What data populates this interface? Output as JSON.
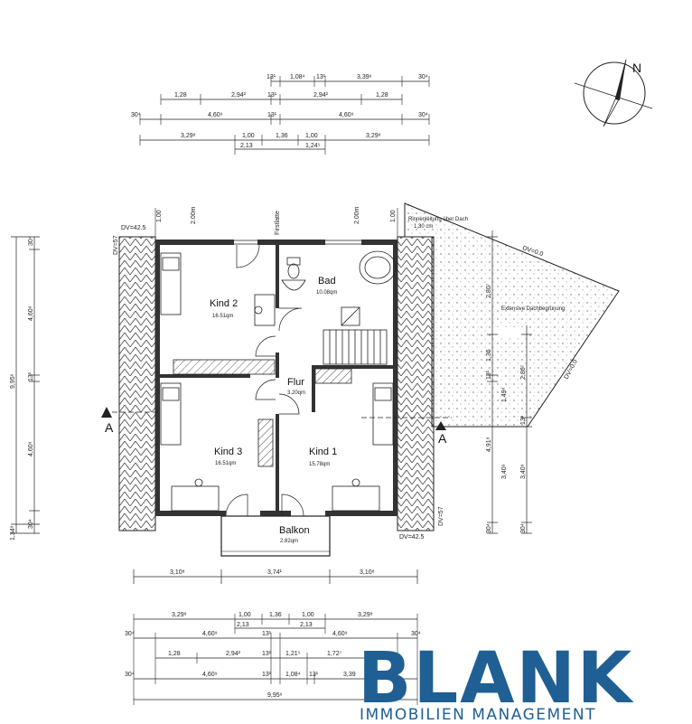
{
  "plan": {
    "rooms": {
      "kind2": {
        "name": "Kind 2",
        "area": "16.51qm"
      },
      "bad": {
        "name": "Bad",
        "area": "10.08qm"
      },
      "flur": {
        "name": "Flur",
        "area": "3.20qm"
      },
      "kind3": {
        "name": "Kind 3",
        "area": "16.51qm"
      },
      "kind1": {
        "name": "Kind 1",
        "area": "15.78qm"
      },
      "balkon": {
        "name": "Balkon",
        "area": "2.82qm"
      }
    },
    "labels": {
      "dv_top_left": "DV=42.5",
      "dv_left": "DV=57",
      "dv_right_bottom": "DV=57",
      "dv_bottom_right": "DV=42.5",
      "dv_roof_top": "DV=0.0",
      "dv_roof_side": "DV=0.0",
      "roof_green": "Extensive Dachbegrünung",
      "roof_note_1": "Rinnenleitung über Dach",
      "roof_note_2": "1,30 cm",
      "firstlatte": "Firstlatte",
      "section_a_left": "A",
      "section_a_right": "A",
      "north": "N"
    },
    "dims": {
      "top_row1": [
        "13¹",
        "1,08⁴",
        "13¹",
        "3,39⁶",
        "30⁴"
      ],
      "top_row2": [
        "1,28",
        "2,94²",
        "13¹",
        "2,94²",
        "1,28"
      ],
      "top_row3": [
        "30⁴",
        "4,60⁹",
        "13¹",
        "4,60⁹",
        "30⁴"
      ],
      "top_row4": [
        "3,29⁸",
        "1,00",
        "1,36",
        "1,00",
        "3,29⁸"
      ],
      "top_row4_sub": [
        "2,13",
        "1,24⁵"
      ],
      "eaves_top": [
        "1.00",
        "2.00m",
        "2.00m",
        "1.00"
      ],
      "left_vertical": [
        "30⁴",
        "4,60⁹",
        "13¹",
        "4,60⁹",
        "30⁴",
        "9,95⁶",
        "1,34⁸"
      ],
      "right_vertical": [
        "2,80⁷",
        "1,36",
        "13¹",
        "1,49⁶",
        "2,86⁷",
        "13¹",
        "4,91⁸",
        "3,40⁹",
        "3,40⁹",
        "30⁴",
        "30⁴"
      ],
      "mid_bottom": [
        "3,10⁸",
        "3,74¹",
        "3,10⁸"
      ],
      "bot_row1": [
        "3,29⁸",
        "1,00",
        "1,36",
        "1,00",
        "3,29⁸"
      ],
      "bot_row1_sub": [
        "2,13",
        "2,13"
      ],
      "bot_row2": [
        "30⁴",
        "4,60⁹",
        "13¹",
        "4,60⁹",
        "30⁴"
      ],
      "bot_row3": [
        "1,28",
        "2,94²",
        "13¹",
        "1,21⁵",
        "1,72⁷"
      ],
      "bot_row4": [
        "30⁴",
        "4,60⁹",
        "13¹",
        "1,08⁴",
        "13¹",
        "3,39"
      ],
      "bot_total": "9,95⁶"
    }
  },
  "brand": {
    "name": "BLANK",
    "tagline": "IMMOBILIEN MANAGEMENT",
    "color": "#1f5f93"
  }
}
